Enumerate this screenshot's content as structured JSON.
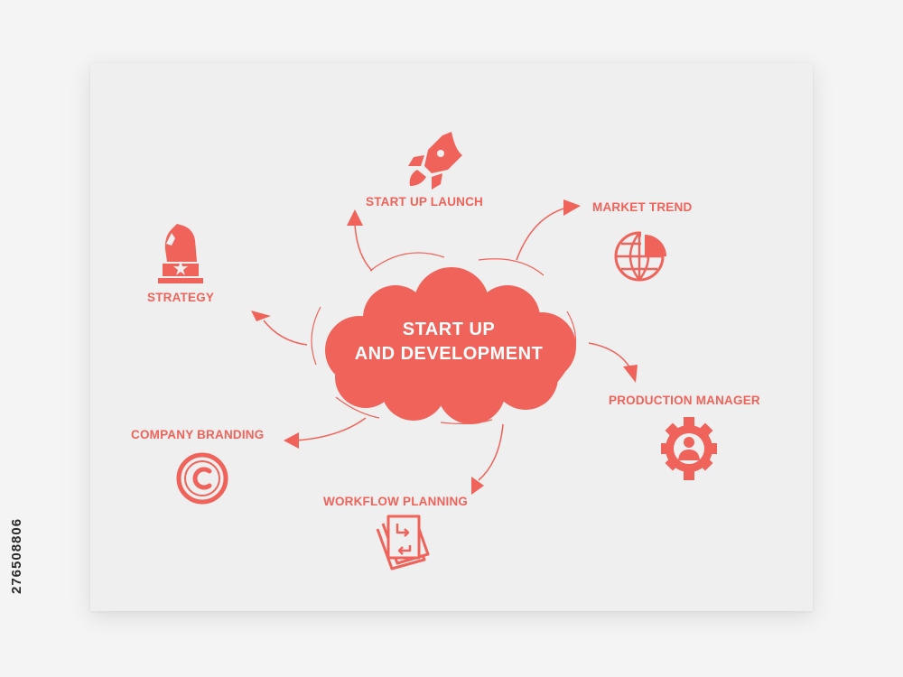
{
  "colors": {
    "accent": "#f0635a",
    "background": "#efefef",
    "text_on_accent": "#ffffff"
  },
  "center": {
    "line1": "START UP",
    "line2": "AND DEVELOPMENT"
  },
  "nodes": [
    {
      "id": "start-up-launch",
      "label": "START UP LAUNCH",
      "icon": "rocket-icon"
    },
    {
      "id": "market-trend",
      "label": "MARKET TREND",
      "icon": "globe-chart-icon"
    },
    {
      "id": "strategy",
      "label": "STRATEGY",
      "icon": "chess-knight-icon"
    },
    {
      "id": "production-manager",
      "label": "PRODUCTION MANAGER",
      "icon": "gear-person-icon"
    },
    {
      "id": "company-branding",
      "label": "COMPANY BRANDING",
      "icon": "copyright-icon"
    },
    {
      "id": "workflow-planning",
      "label": "WORKFLOW PLANNING",
      "icon": "workflow-documents-icon"
    }
  ],
  "stock_id": "276508806"
}
